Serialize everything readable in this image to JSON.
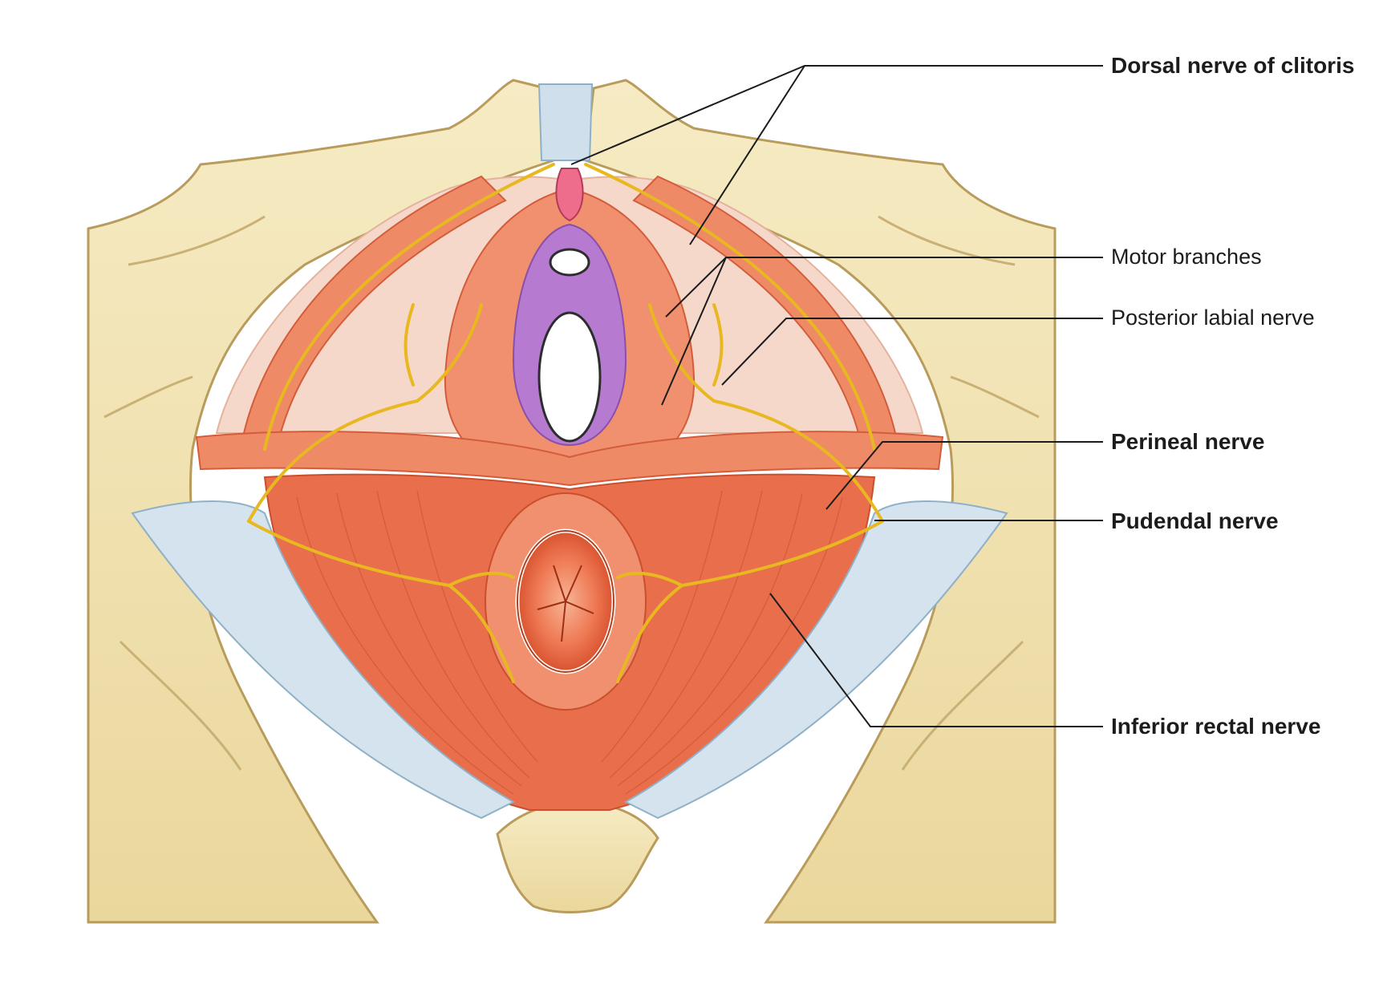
{
  "labels": [
    {
      "text": "Dorsal nerve of clitoris",
      "weight": "bold"
    },
    {
      "text": "Motor branches",
      "weight": "normal"
    },
    {
      "text": "Posterior labial nerve",
      "weight": "normal"
    },
    {
      "text": "Perineal nerve",
      "weight": "bold"
    },
    {
      "text": "Pudendal nerve",
      "weight": "bold"
    },
    {
      "text": "Inferior rectal nerve",
      "weight": "bold"
    }
  ],
  "colors": {
    "bone": "#f2e3b0",
    "bone_shadow": "#c9b074",
    "muscle": "#ea6f4c",
    "muscle_light": "#f3a07f",
    "ligament": "#d4e3ee",
    "membrane": "#f6d8cb",
    "nerve": "#e8b820",
    "vaginal_wall": "#b67bd0",
    "leader_line": "#1c1c1c"
  }
}
